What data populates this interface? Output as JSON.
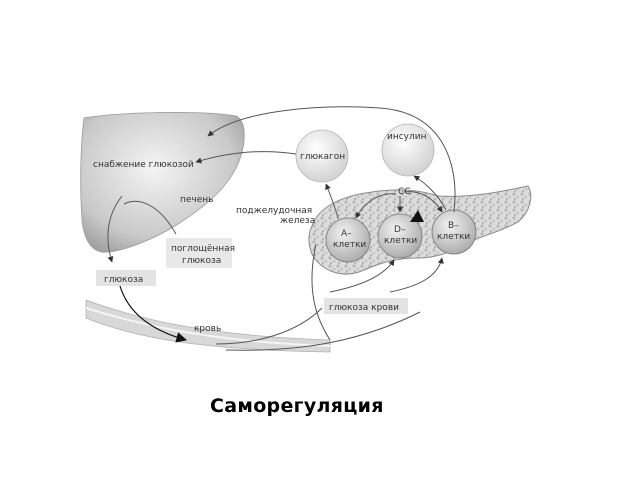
{
  "diagram": {
    "labels": {
      "glucose_supply": "снабжение глюкозой",
      "liver": "печень",
      "absorbed_glucose_line1": "поглощённая",
      "absorbed_glucose_line2": "глюкоза",
      "glucose": "глюкоза",
      "blood": "кровь",
      "glucagon": "глюкагон",
      "insulin": "инсулин",
      "pancreas_line1": "поджелудочная",
      "pancreas_line2": "железа",
      "ss": "СС",
      "a_cells_line1": "А–",
      "a_cells_line2": "клетки",
      "d_cells_line1": "D–",
      "d_cells_line2": "клетки",
      "b_cells_line1": "В–",
      "b_cells_line2": "клетки",
      "blood_glucose": "глюкоза крови"
    }
  },
  "caption": "Саморегуляция"
}
